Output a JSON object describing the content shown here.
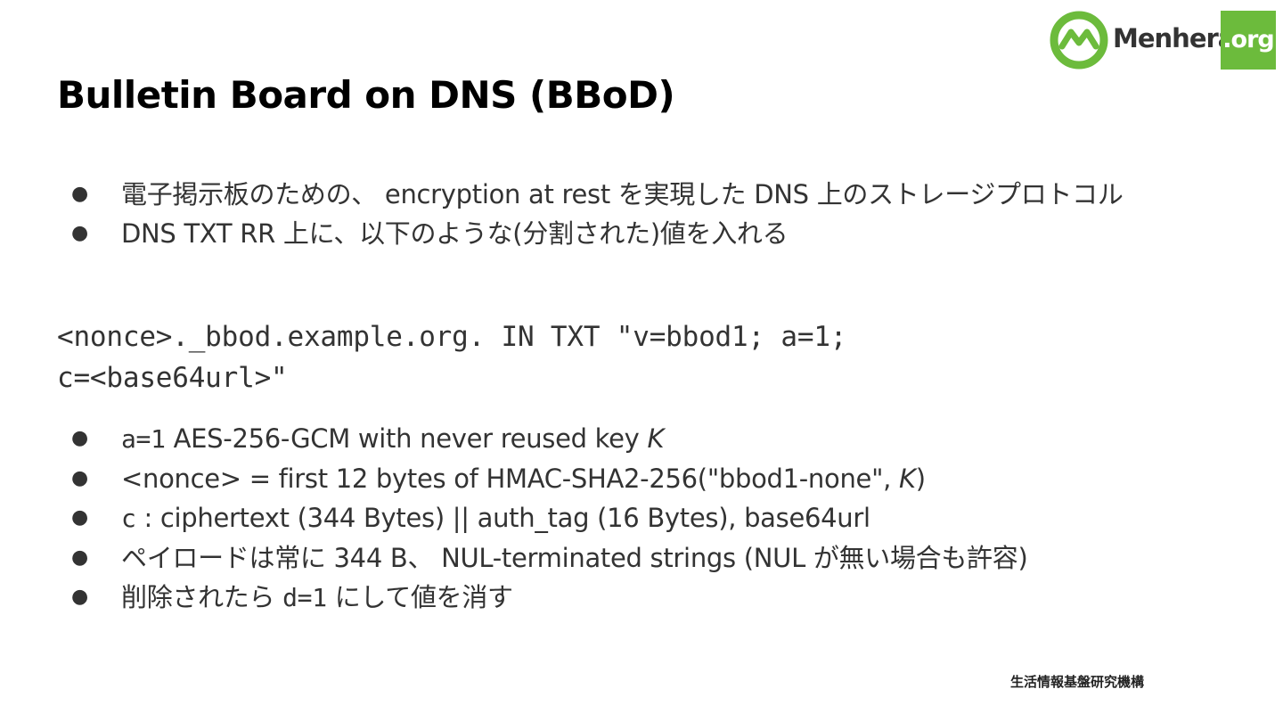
{
  "slide": {
    "title": "Bulletin Board on DNS (BBoD)",
    "logo": {
      "brand": "Menhera",
      "tld": ".org",
      "ring_icon": "menhera-m-ring-icon",
      "brand_color": "#6cbb3c"
    },
    "bullets_intro": [
      {
        "text": "電子掲示板のための、 encryption at rest を実現した DNS 上のストレージプロトコル"
      },
      {
        "text": "DNS TXT RR 上に、以下のような(分割された)値を入れる"
      }
    ],
    "code": {
      "line1": "<nonce>._bbod.example.org. IN TXT \"v=bbod1; a=1;",
      "line2": "c=<base64url>\""
    },
    "bullets_detail": [
      {
        "code": "a=1",
        "text_before": " AES-256-GCM with never reused key ",
        "italic": "K",
        "text_after": ""
      },
      {
        "code": "",
        "text_before": "<nonce> = first 12 bytes of HMAC-SHA2-256(\"bbod1-none\", ",
        "italic": "K",
        "text_after": ")"
      },
      {
        "code": "c",
        "text_before": " : ciphertext (344 Bytes) || auth_tag (16 Bytes), base64url",
        "italic": "",
        "text_after": ""
      },
      {
        "code": "",
        "text_before": "ペイロードは常に 344 B、 NUL-terminated strings (NUL が無い場合も許容)",
        "italic": "",
        "text_after": ""
      },
      {
        "code": "",
        "text_before": "削除されたら ",
        "code_inline": "d=1",
        "text_mid": " にして値を消す",
        "italic": "",
        "text_after": ""
      }
    ],
    "bullet_glyph": "●",
    "footer": "生活情報基盤研究機構"
  }
}
